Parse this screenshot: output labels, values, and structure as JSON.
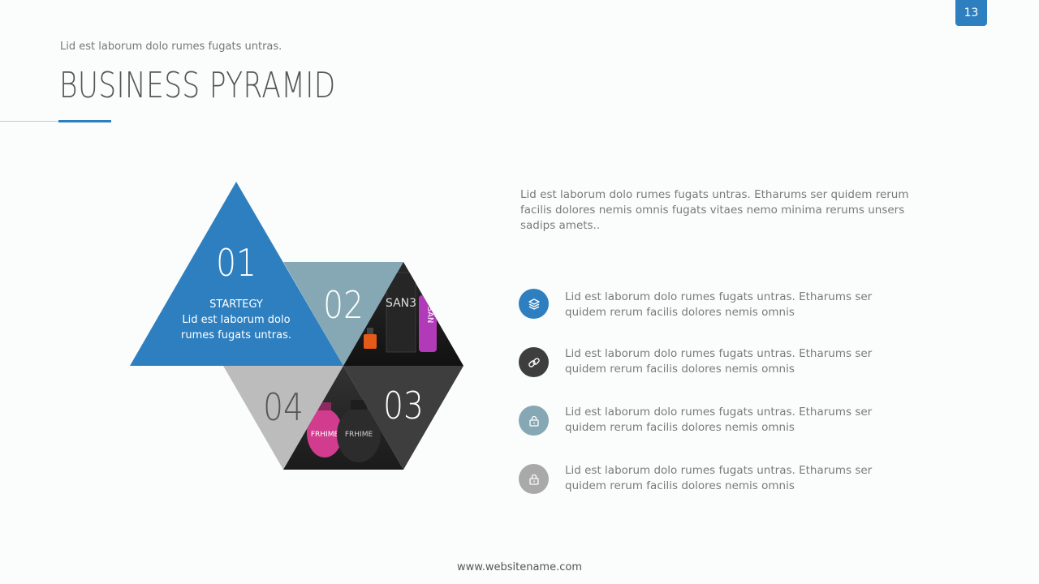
{
  "page_number": "13",
  "header": {
    "subtitle": "Lid est laborum dolo rumes fugats untras.",
    "title": "BUSINESS PYRAMID"
  },
  "pyramid": {
    "segments": [
      {
        "number": "01",
        "label": "STARTEGY",
        "text_line1": "Lid est laborum dolo",
        "text_line2": "rumes fugats untras.",
        "color": "#2e7fc0"
      },
      {
        "number": "02",
        "color": "#85a8b4"
      },
      {
        "number": "03",
        "color": "#3e3e3e"
      },
      {
        "number": "04",
        "color": "#bcbcbc"
      }
    ],
    "photo_labels": {
      "box": "SAN3",
      "tube": "SAN",
      "bottle_pink": "FRHIME",
      "bottle_dark": "FRHIME"
    }
  },
  "intro_text": "Lid est laborum dolo rumes fugats untras. Etharums ser quidem rerum facilis dolores nemis omnis fugats vitaes nemo minima rerums unsers sadips amets..",
  "items": [
    {
      "icon": "layers-icon",
      "color": "#2e7fc0",
      "text": "Lid est laborum dolo rumes fugats untras. Etharums ser quidem rerum facilis dolores nemis omnis"
    },
    {
      "icon": "link-icon",
      "color": "#3e3e3e",
      "text": "Lid est laborum dolo rumes fugats untras. Etharums ser quidem rerum facilis dolores nemis omnis"
    },
    {
      "icon": "lock-icon",
      "color": "#85a8b4",
      "text": "Lid est laborum dolo rumes fugats untras. Etharums ser quidem rerum facilis dolores nemis omnis"
    },
    {
      "icon": "lock-icon",
      "color": "#a9a9a9",
      "text": "Lid est laborum dolo rumes fugats untras. Etharums ser quidem rerum facilis dolores nemis omnis"
    }
  ],
  "footer": "www.websitename.com"
}
